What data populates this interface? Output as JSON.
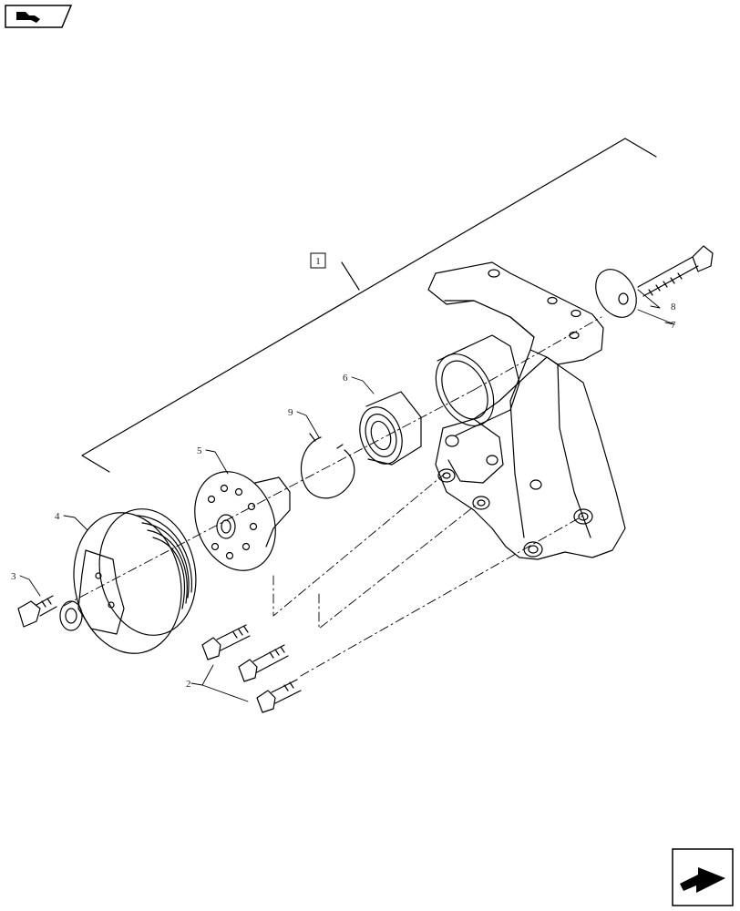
{
  "callouts": {
    "c1": "1",
    "c2": "2",
    "c3": "3",
    "c4": "4",
    "c5": "5",
    "c6": "6",
    "c7": "7",
    "c8": "8",
    "c9": "9"
  },
  "icons": {
    "top_left": "book-section-icon",
    "bottom_right": "next-page-arrow-icon"
  }
}
